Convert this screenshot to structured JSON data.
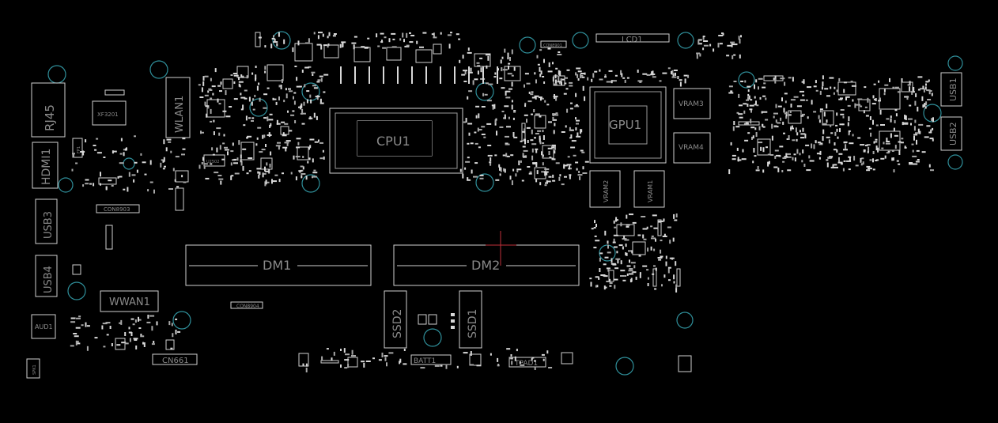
{
  "colors": {
    "background": "#000000",
    "silkscreen": "#cfcfcf",
    "label": "#8a8a8a",
    "mount_hole": "#2f8f9a",
    "cursor": "#c0303a"
  },
  "components": {
    "cpu": "CPU1",
    "gpu": "GPU1",
    "vram1": "VRAM1",
    "vram2": "VRAM2",
    "vram3": "VRAM3",
    "vram4": "VRAM4",
    "dimm1": "DM1",
    "dimm2": "DM2",
    "ssd1": "SSD1",
    "ssd2": "SSD2",
    "wlan": "WLAN1",
    "wwan": "WWAN1",
    "rj45": "RJ45",
    "hdmi": "HDMI1",
    "usb1": "USB1",
    "usb2": "USB2",
    "usb3": "USB3",
    "usb4": "USB4",
    "lcd": "LCD1",
    "batt": "BATT1",
    "tpad": "TPAD1",
    "aud": "AUD1",
    "xf": "XF3201",
    "con8903": "CON8903",
    "con8904": "CON8904",
    "con8901": "CON8901",
    "cn661": "CN661",
    "u2502": "U2502",
    "spk": "SPK1",
    "fp1": "FP1"
  }
}
